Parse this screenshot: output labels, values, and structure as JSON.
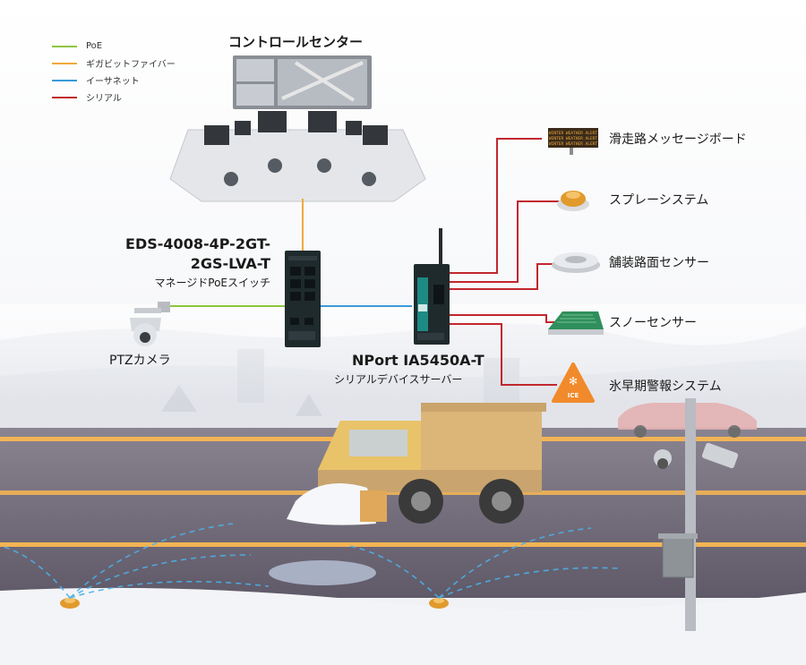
{
  "legend": {
    "items": [
      {
        "label": "PoE",
        "color": "#8cc63f"
      },
      {
        "label": "ギガビットファイバー",
        "color": "#f2a93b"
      },
      {
        "label": "イーサネット",
        "color": "#3a9ad9"
      },
      {
        "label": "シリアル",
        "color": "#c1272d"
      }
    ]
  },
  "control_center": {
    "title": "コントロールセンター"
  },
  "switch": {
    "model_line1": "EDS-4008-4P-2GT-",
    "model_line2": "2GS-LVA-T",
    "description": "マネージドPoEスイッチ"
  },
  "camera": {
    "label": "PTZカメラ"
  },
  "nport": {
    "model": "NPort IA5450A-T",
    "description": "シリアルデバイスサーバー"
  },
  "devices": [
    {
      "label": "滑走路メッセージボード",
      "icon": "message-board-icon"
    },
    {
      "label": "スプレーシステム",
      "icon": "spray-nozzle-icon"
    },
    {
      "label": "舗装路面センサー",
      "icon": "pavement-sensor-icon"
    },
    {
      "label": "スノーセンサー",
      "icon": "snow-sensor-icon"
    },
    {
      "label": "氷早期警報システム",
      "icon": "ice-warning-icon"
    }
  ],
  "message_board": {
    "text": "WINTER WEATHER ALERT"
  },
  "ice_sign": {
    "text": "ICE"
  },
  "colors": {
    "poe": "#8cc63f",
    "fiber": "#f2a93b",
    "ethernet": "#3a9ad9",
    "serial": "#c1272d",
    "road": "#6e6876",
    "road_line": "#f2b454",
    "device_dark": "#1f2a2c",
    "device_teal": "#1d8a84"
  }
}
